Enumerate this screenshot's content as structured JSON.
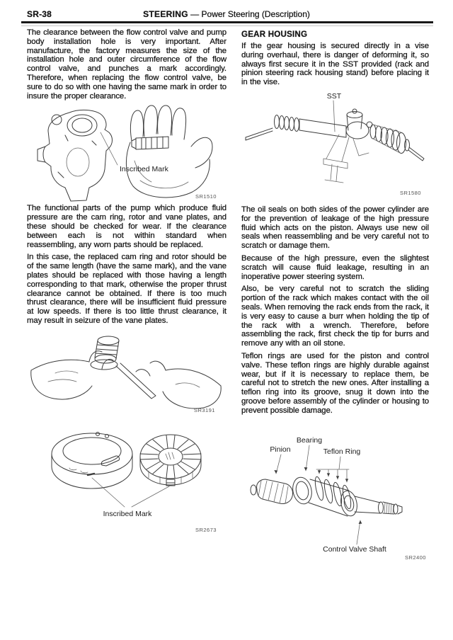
{
  "header": {
    "page_number": "SR-38",
    "section_title": "STEERING",
    "section_subtitle": " — Power Steering (Description)"
  },
  "left": {
    "para1": "The clearance between the flow control valve and pump body installation hole is very important. After manufacture, the factory measures the size of the installation hole and outer circumference of the flow control valve, and punches a mark accordingly. Therefore, when replacing the flow control valve, be sure to do so with one having the same mark in order to insure the proper clearance.",
    "fig1": {
      "label": "Inscribed Mark",
      "code": "SR1510"
    },
    "para2": "The functional parts of the pump which produce fluid pressure are the cam ring, rotor and vane plates, and these should be checked for wear. If the clearance between each is not within standard when reassembling, any worn parts should be replaced.",
    "para3": "In this case, the replaced cam ring and rotor should be of the same length (have the same mark), and the vane plates should be replaced with those having a length corresponding to that mark, otherwise the proper thrust clearance cannot be obtained. If there is too much thrust clearance, there will be insufficient fluid pressure at low speeds. If there is too little thrust clearance, it may result in seizure of the vane plates.",
    "fig2": {
      "code": "SR3191"
    },
    "fig3": {
      "label": "Inscribed Mark",
      "code": "SR2673"
    }
  },
  "right": {
    "heading": "GEAR HOUSING",
    "para1": "If the gear housing is secured directly in a vise during overhaul, there is danger of deforming it, so always first secure it in the SST provided (rack and pinion steering rack housing stand) before placing it in the vise.",
    "fig1": {
      "label": "SST",
      "code": "SR1580"
    },
    "para2": "The oil seals on both sides of the power cylinder are for the prevention of leakage of the high pressure fluid which acts on the piston. Always use new oil seals when reassembling and be very careful not to scratch or damage them.",
    "para3": "Because of the high pressure, even the slightest scratch will cause fluid leakage, resulting in an inoperative power steering system.",
    "para4": "Also, be very careful not to scratch the sliding portion of the rack which makes contact with the oil seals. When removing the rack ends from the rack, it is very easy to cause a burr when holding the tip of the rack with a wrench. Therefore, before assembling the rack, first check the tip for burrs and remove any with an oil stone.",
    "para5": "Teflon rings are used for the piston and control valve. These teflon rings are highly durable against wear, but if it is necessary to replace them, be careful not to stretch the new ones. After installing a teflon ring into its groove, snug it down into the groove before assembly of the cylinder or housing to prevent possible damage.",
    "fig2": {
      "labels": {
        "pinion": "Pinion",
        "bearing": "Bearing",
        "teflon_ring": "Teflon Ring",
        "control_valve_shaft": "Control Valve Shaft"
      },
      "code": "SR2400"
    }
  }
}
